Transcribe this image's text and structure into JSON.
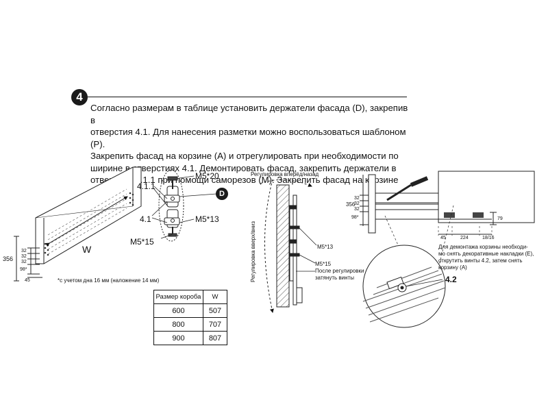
{
  "step": {
    "number": "4",
    "instructions": [
      "Согласно размерам в таблице установить держатели фасада (D), закрепив в",
      "отверстия 4.1. Для нанесения разметки можно воспользоваться шаблоном (P).",
      "Закрепить фасад на корзине (A) и отрегулировать при необходимости по",
      "ширине в отверстиях 4.1. Демонтировать фасад, закрепить держатели в",
      "отверстия 4.1.1 при помощи саморезов (M). Закрепить фасад на корзине (A)."
    ]
  },
  "left_diagram": {
    "width_label": "W",
    "height_356": "356",
    "dim_32_a": "32",
    "dim_32_b": "32",
    "dim_32_c": "32",
    "dim_98": "98*",
    "dim_45": "45",
    "footnote": "*с учетом дна 16 мм (наложение 14 мм)",
    "label_m5_20": "M5*20",
    "label_411": "4.1.1",
    "label_d": "D",
    "label_41": "4.1",
    "label_m5_13": "M5*13",
    "label_m5_15": "M5*15"
  },
  "table": {
    "header": [
      "Размер короба",
      "W"
    ],
    "rows": [
      [
        "600",
        "507"
      ],
      [
        "800",
        "707"
      ],
      [
        "900",
        "807"
      ]
    ]
  },
  "middle_diagram": {
    "adjust_fwd": "Регулировка вперёд/назад",
    "adjust_vert": "Регулировка вверх/вниз",
    "m5_13": "M5*13",
    "m5_15": "M5*15",
    "after_adjust_line1": "После регулировки",
    "after_adjust_line2": "затянуть винты"
  },
  "right_diagram": {
    "dim_356": "356",
    "dim_32_a": "32",
    "dim_32_b": "32",
    "dim_32_c": "32",
    "dim_98": "98*",
    "dim_79": "79",
    "dim_45": "45",
    "dim_224": "224",
    "dim_18_16": "18/16",
    "note": [
      "Для демонтажа корзины необходи-",
      "мо снять декоративные накладки (E),",
      "открутить винты 4.2, затем снять",
      "корзину (A)"
    ],
    "label_42": "4.2"
  }
}
